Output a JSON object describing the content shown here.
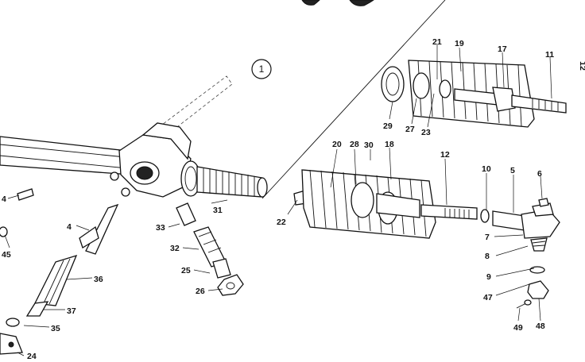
{
  "diagram": {
    "figure_number": "1",
    "edge_mark": "12",
    "parts": [
      {
        "id": "p4a",
        "label": "4"
      },
      {
        "id": "p45",
        "label": "45"
      },
      {
        "id": "p4b",
        "label": "4"
      },
      {
        "id": "p36",
        "label": "36"
      },
      {
        "id": "p37",
        "label": "37"
      },
      {
        "id": "p35",
        "label": "35"
      },
      {
        "id": "p24",
        "label": "24"
      },
      {
        "id": "p33",
        "label": "33"
      },
      {
        "id": "p32",
        "label": "32"
      },
      {
        "id": "p25",
        "label": "25"
      },
      {
        "id": "p26",
        "label": "26"
      },
      {
        "id": "p31",
        "label": "31"
      },
      {
        "id": "p22",
        "label": "22"
      },
      {
        "id": "p20",
        "label": "20"
      },
      {
        "id": "p28",
        "label": "28"
      },
      {
        "id": "p30",
        "label": "30"
      },
      {
        "id": "p18",
        "label": "18"
      },
      {
        "id": "p12",
        "label": "12"
      },
      {
        "id": "p10",
        "label": "10"
      },
      {
        "id": "p5",
        "label": "5"
      },
      {
        "id": "p6",
        "label": "6"
      },
      {
        "id": "p7",
        "label": "7"
      },
      {
        "id": "p8",
        "label": "8"
      },
      {
        "id": "p9",
        "label": "9"
      },
      {
        "id": "p47",
        "label": "47"
      },
      {
        "id": "p49",
        "label": "49"
      },
      {
        "id": "p48",
        "label": "48"
      },
      {
        "id": "p21",
        "label": "21"
      },
      {
        "id": "p19",
        "label": "19"
      },
      {
        "id": "p17",
        "label": "17"
      },
      {
        "id": "p11",
        "label": "11"
      },
      {
        "id": "p29",
        "label": "29"
      },
      {
        "id": "p27",
        "label": "27"
      },
      {
        "id": "p23",
        "label": "23"
      }
    ]
  }
}
